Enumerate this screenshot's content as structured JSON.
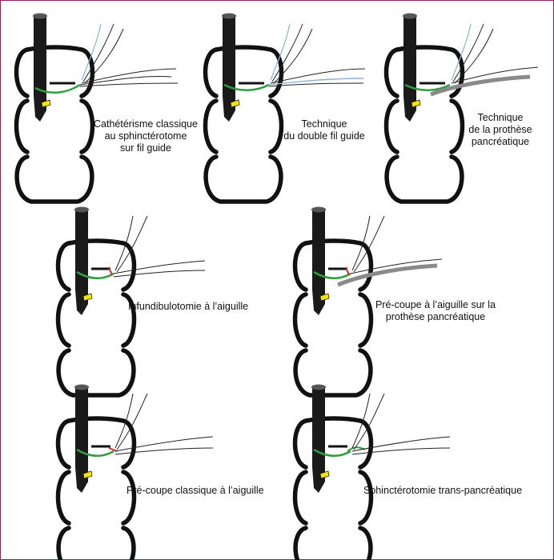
{
  "colors": {
    "frame_border": "#a0185a",
    "duodenum_outline": "#111111",
    "duct": "#1a1a1a",
    "guidewire_green": "#2e9e3e",
    "papilla_yellow": "#f2e600",
    "blue_wire": "#8fb0d6",
    "stent_gray": "#8a8a8a",
    "cut_red": "#d23030"
  },
  "panels": [
    {
      "id": "p1",
      "caption_lines": [
        "Cathétérisme classique",
        "au sphinctérotome",
        "sur fil guide"
      ]
    },
    {
      "id": "p2",
      "caption_lines": [
        "Technique",
        "du double fil guide"
      ]
    },
    {
      "id": "p3",
      "caption_lines": [
        "Technique",
        "de la prothèse",
        "pancréatique"
      ]
    },
    {
      "id": "p4",
      "caption_lines": [
        "Infundibulotomie à l’aiguille"
      ]
    },
    {
      "id": "p5",
      "caption_lines": [
        "Pré-coupe à l’aiguille sur la",
        "prothèse pancréatique"
      ]
    },
    {
      "id": "p6",
      "caption_lines": [
        "Pré-coupe classique à l’aiguille"
      ]
    },
    {
      "id": "p7",
      "caption_lines": [
        "Sphinctérotomie trans-pancréatique"
      ]
    }
  ]
}
